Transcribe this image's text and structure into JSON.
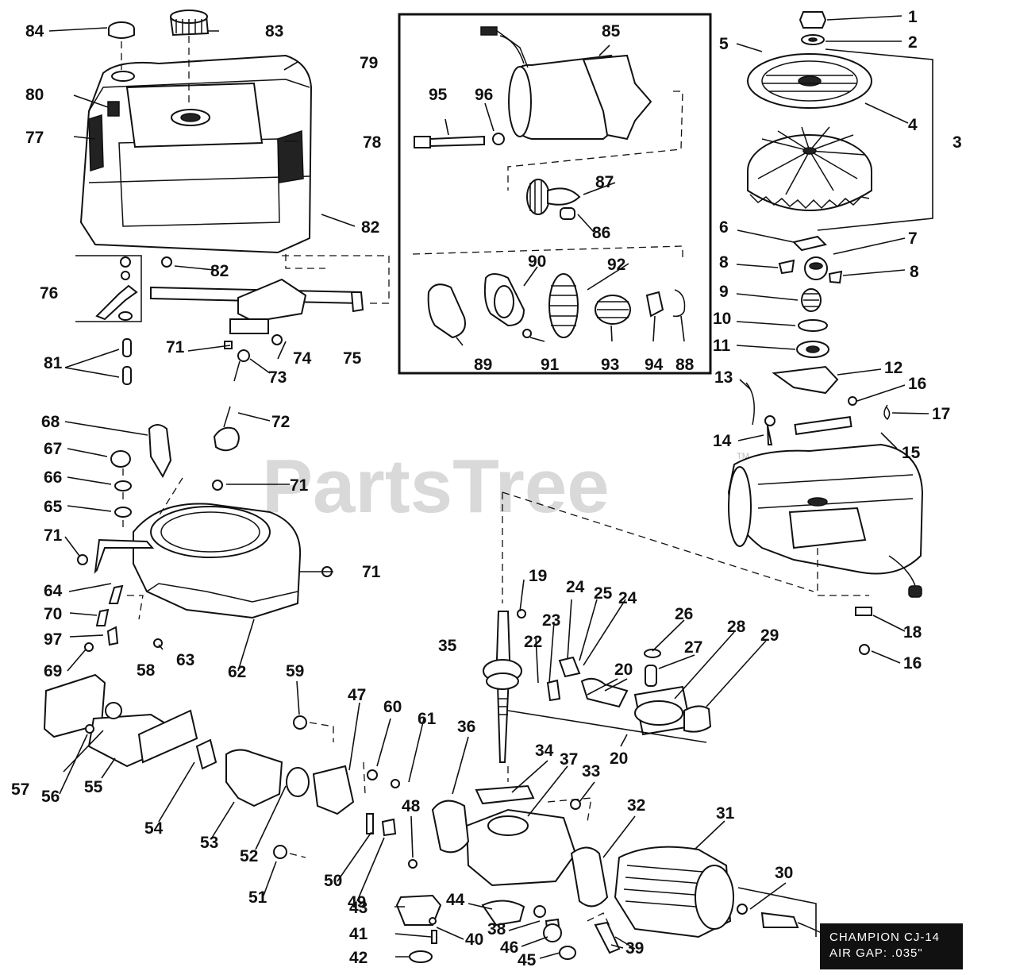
{
  "watermark": {
    "text": "PartsTree",
    "tm": "TM"
  },
  "spec_label": {
    "line1": "CHAMPION CJ-14",
    "line2": "AIR GAP: .035\""
  },
  "callouts": [
    {
      "id": "c1",
      "text": "1"
    },
    {
      "id": "c2",
      "text": "2"
    },
    {
      "id": "c3",
      "text": "3"
    },
    {
      "id": "c4",
      "text": "4"
    },
    {
      "id": "c5",
      "text": "5"
    },
    {
      "id": "c6",
      "text": "6"
    },
    {
      "id": "c7",
      "text": "7"
    },
    {
      "id": "c8a",
      "text": "8"
    },
    {
      "id": "c8b",
      "text": "8"
    },
    {
      "id": "c9",
      "text": "9"
    },
    {
      "id": "c10",
      "text": "10"
    },
    {
      "id": "c11",
      "text": "11"
    },
    {
      "id": "c12",
      "text": "12"
    },
    {
      "id": "c13",
      "text": "13"
    },
    {
      "id": "c14",
      "text": "14"
    },
    {
      "id": "c15",
      "text": "15"
    },
    {
      "id": "c16a",
      "text": "16"
    },
    {
      "id": "c16b",
      "text": "16"
    },
    {
      "id": "c17",
      "text": "17"
    },
    {
      "id": "c18",
      "text": "18"
    },
    {
      "id": "c19",
      "text": "19"
    },
    {
      "id": "c20a",
      "text": "20"
    },
    {
      "id": "c20b",
      "text": "20"
    },
    {
      "id": "c22",
      "text": "22"
    },
    {
      "id": "c23",
      "text": "23"
    },
    {
      "id": "c24a",
      "text": "24"
    },
    {
      "id": "c24b",
      "text": "24"
    },
    {
      "id": "c25",
      "text": "25"
    },
    {
      "id": "c26",
      "text": "26"
    },
    {
      "id": "c27",
      "text": "27"
    },
    {
      "id": "c28",
      "text": "28"
    },
    {
      "id": "c29",
      "text": "29"
    },
    {
      "id": "c30",
      "text": "30"
    },
    {
      "id": "c31",
      "text": "31"
    },
    {
      "id": "c32",
      "text": "32"
    },
    {
      "id": "c33",
      "text": "33"
    },
    {
      "id": "c34",
      "text": "34"
    },
    {
      "id": "c35",
      "text": "35"
    },
    {
      "id": "c36",
      "text": "36"
    },
    {
      "id": "c37",
      "text": "37"
    },
    {
      "id": "c38",
      "text": "38"
    },
    {
      "id": "c39",
      "text": "39"
    },
    {
      "id": "c40",
      "text": "40"
    },
    {
      "id": "c41",
      "text": "41"
    },
    {
      "id": "c42",
      "text": "42"
    },
    {
      "id": "c43",
      "text": "43"
    },
    {
      "id": "c44",
      "text": "44"
    },
    {
      "id": "c45",
      "text": "45"
    },
    {
      "id": "c46",
      "text": "46"
    },
    {
      "id": "c47",
      "text": "47"
    },
    {
      "id": "c48",
      "text": "48"
    },
    {
      "id": "c49",
      "text": "49"
    },
    {
      "id": "c50",
      "text": "50"
    },
    {
      "id": "c51",
      "text": "51"
    },
    {
      "id": "c52",
      "text": "52"
    },
    {
      "id": "c53",
      "text": "53"
    },
    {
      "id": "c54",
      "text": "54"
    },
    {
      "id": "c55",
      "text": "55"
    },
    {
      "id": "c56",
      "text": "56"
    },
    {
      "id": "c57",
      "text": "57"
    },
    {
      "id": "c58",
      "text": "58"
    },
    {
      "id": "c59",
      "text": "59"
    },
    {
      "id": "c60",
      "text": "60"
    },
    {
      "id": "c61",
      "text": "61"
    },
    {
      "id": "c62",
      "text": "62"
    },
    {
      "id": "c63",
      "text": "63"
    },
    {
      "id": "c64",
      "text": "64"
    },
    {
      "id": "c65",
      "text": "65"
    },
    {
      "id": "c66",
      "text": "66"
    },
    {
      "id": "c67",
      "text": "67"
    },
    {
      "id": "c68",
      "text": "68"
    },
    {
      "id": "c69",
      "text": "69"
    },
    {
      "id": "c70",
      "text": "70"
    },
    {
      "id": "c71a",
      "text": "71"
    },
    {
      "id": "c71b",
      "text": "71"
    },
    {
      "id": "c71c",
      "text": "71"
    },
    {
      "id": "c71d",
      "text": "71"
    },
    {
      "id": "c72",
      "text": "72"
    },
    {
      "id": "c73",
      "text": "73"
    },
    {
      "id": "c74",
      "text": "74"
    },
    {
      "id": "c75",
      "text": "75"
    },
    {
      "id": "c76",
      "text": "76"
    },
    {
      "id": "c77",
      "text": "77"
    },
    {
      "id": "c78",
      "text": "78"
    },
    {
      "id": "c79",
      "text": "79"
    },
    {
      "id": "c80",
      "text": "80"
    },
    {
      "id": "c81",
      "text": "81"
    },
    {
      "id": "c82a",
      "text": "82"
    },
    {
      "id": "c82b",
      "text": "82"
    },
    {
      "id": "c83",
      "text": "83"
    },
    {
      "id": "c84",
      "text": "84"
    },
    {
      "id": "c85",
      "text": "85"
    },
    {
      "id": "c86",
      "text": "86"
    },
    {
      "id": "c87",
      "text": "87"
    },
    {
      "id": "c88",
      "text": "88"
    },
    {
      "id": "c89",
      "text": "89"
    },
    {
      "id": "c90",
      "text": "90"
    },
    {
      "id": "c91",
      "text": "91"
    },
    {
      "id": "c92",
      "text": "92"
    },
    {
      "id": "c93",
      "text": "93"
    },
    {
      "id": "c94",
      "text": "94"
    },
    {
      "id": "c95",
      "text": "95"
    },
    {
      "id": "c96",
      "text": "96"
    },
    {
      "id": "c97",
      "text": "97"
    }
  ]
}
